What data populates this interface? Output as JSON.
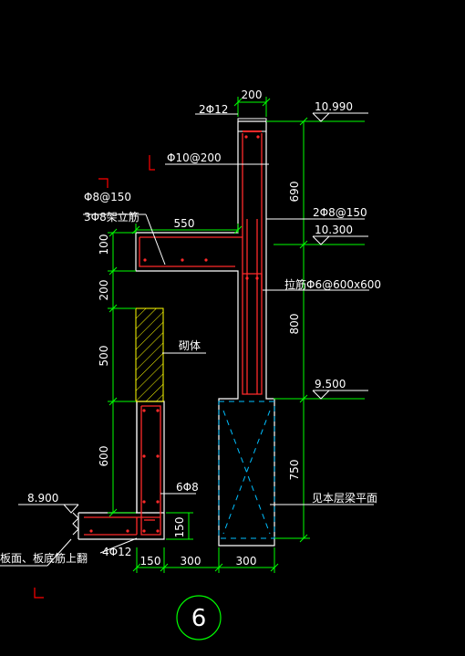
{
  "colors": {
    "background": "#000000",
    "concrete_outline": "#ffffff",
    "rebar": "#ff2a2a",
    "dimension": "#00ff00",
    "hatch": "#ffff00",
    "beam_dashed": "#00bfff",
    "section_mark": "#ff0000",
    "leader": "#ffffff"
  },
  "labels": {
    "top_bars": "2Φ12",
    "stirrup_main": "Φ10@200",
    "ledge_stirrup": "Φ8@150",
    "ledge_long_bars": "3Φ8架立筋",
    "mid_bars": "2Φ8@150",
    "tie_bars": "拉筋Φ6@600x600",
    "masonry": "砌体",
    "bottom_bars_vertical": "6Φ8",
    "see_beam_plan": "见本层梁平面",
    "slab_note": "板面、板底筋上翻",
    "bottom_long_bars": "4Φ12",
    "detail_number": "6"
  },
  "elevations": {
    "e1": "10.990",
    "e2": "10.300",
    "e3": "9.500",
    "e4": "8.900"
  },
  "dimensions": {
    "top_width": "200",
    "ledge_length": "550",
    "right_690": "690",
    "right_800": "800",
    "right_750": "750",
    "left_100": "100",
    "left_200": "200",
    "left_500": "500",
    "left_600": "600",
    "bottom_150": "150",
    "bottom_150b": "150",
    "bottom_300a": "300",
    "bottom_300b": "300"
  }
}
